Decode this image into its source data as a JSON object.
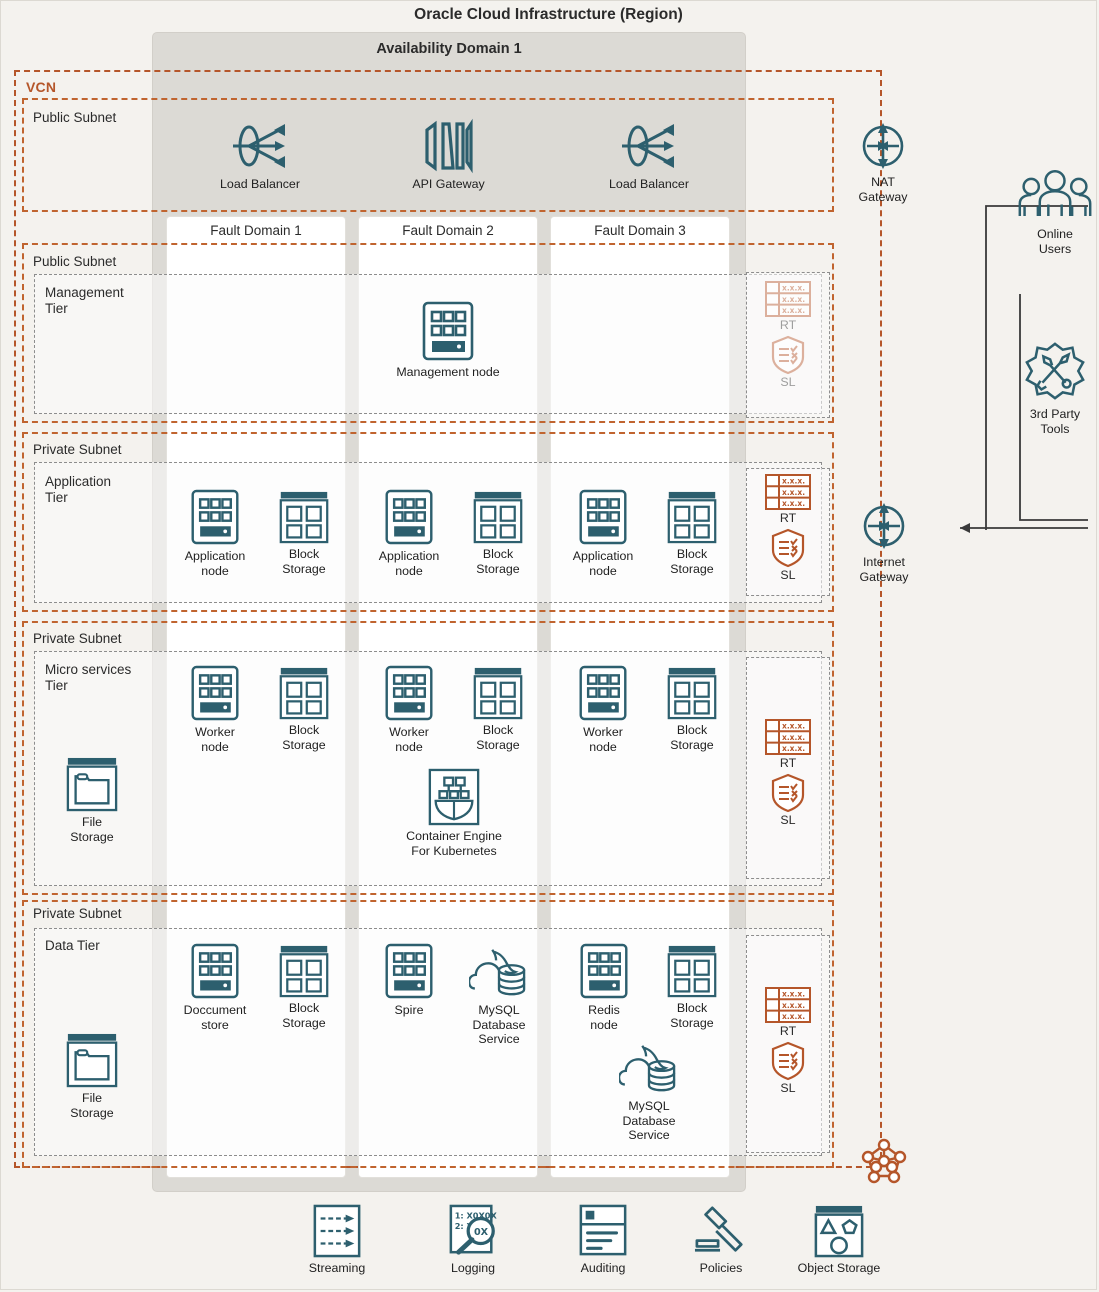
{
  "region": {
    "title": "Oracle Cloud Infrastructure (Region)"
  },
  "availability_domain": {
    "title": "Availability Domain 1"
  },
  "vcn": {
    "label": "VCN"
  },
  "fault_domains": [
    {
      "label": "Fault Domain 1"
    },
    {
      "label": "Fault Domain 2"
    },
    {
      "label": "Fault Domain 3"
    }
  ],
  "subnets": [
    {
      "id": "public-1",
      "label": "Public Subnet"
    },
    {
      "id": "public-2",
      "label": "Public Subnet"
    },
    {
      "id": "private-1",
      "label": "Private Subnet"
    },
    {
      "id": "private-2",
      "label": "Private Subnet"
    },
    {
      "id": "private-3",
      "label": "Private Subnet"
    }
  ],
  "tiers": [
    {
      "id": "management",
      "label": "Management\nTier"
    },
    {
      "id": "application",
      "label": "Application\nTier"
    },
    {
      "id": "microservices",
      "label": "Micro services\nTier"
    },
    {
      "id": "data",
      "label": "Data Tier"
    }
  ],
  "edge_row": {
    "load_balancer_1": "Load Balancer",
    "api_gateway": "API Gateway",
    "load_balancer_2": "Load Balancer",
    "nat_gateway": "NAT\nGateway"
  },
  "management_tier": {
    "node": "Management node"
  },
  "application_tier": {
    "nodes": [
      {
        "node": "Application\nnode",
        "storage": "Block\nStorage"
      },
      {
        "node": "Application\nnode",
        "storage": "Block\nStorage"
      },
      {
        "node": "Application\nnode",
        "storage": "Block\nStorage"
      }
    ]
  },
  "microservices_tier": {
    "file_storage": "File\nStorage",
    "nodes": [
      {
        "node": "Worker\nnode",
        "storage": "Block\nStorage"
      },
      {
        "node": "Worker\nnode",
        "storage": "Block\nStorage"
      },
      {
        "node": "Worker\nnode",
        "storage": "Block\nStorage"
      }
    ],
    "container_engine": "Container Engine\nFor Kubernetes"
  },
  "data_tier": {
    "file_storage": "File\nStorage",
    "fd1": {
      "node": "Doccument\nstore",
      "storage": "Block\nStorage"
    },
    "fd2": {
      "node": "Spire",
      "database": "MySQL\nDatabase\nService"
    },
    "fd3": {
      "node": "Redis\nnode",
      "storage": "Block\nStorage",
      "database": "MySQL\nDatabase\nService"
    }
  },
  "route_security": {
    "rt_label": "RT",
    "sl_label": "SL",
    "rt_cells": [
      "x.x.x.",
      "x.x.x.",
      "x.x.x."
    ],
    "groups": [
      "management",
      "application",
      "microservices",
      "data"
    ]
  },
  "gateways": {
    "internet_gateway": "Internet\nGateway"
  },
  "external": {
    "online_users": "Online\nUsers",
    "third_party_tools": "3rd Party\nTools"
  },
  "services_row": [
    {
      "id": "streaming",
      "label": "Streaming"
    },
    {
      "id": "logging",
      "label": "Logging"
    },
    {
      "id": "auditing",
      "label": "Auditing"
    },
    {
      "id": "policies",
      "label": "Policies"
    },
    {
      "id": "object-storage",
      "label": "Object Storage"
    }
  ],
  "logging_icon_text": {
    "line1": "1: X0X0X",
    "line2": "2: X0",
    "lens": "0X"
  },
  "colors": {
    "teal": "#2d5f6e",
    "orange": "#b5562a",
    "subnet_orange": "#c0642f",
    "bg": "#f4f2ee",
    "ad_bg": "#dcdad5",
    "fd_bg": "#ffffff",
    "tier_dash": "#8d8d8d",
    "text": "#2b2b2b"
  }
}
